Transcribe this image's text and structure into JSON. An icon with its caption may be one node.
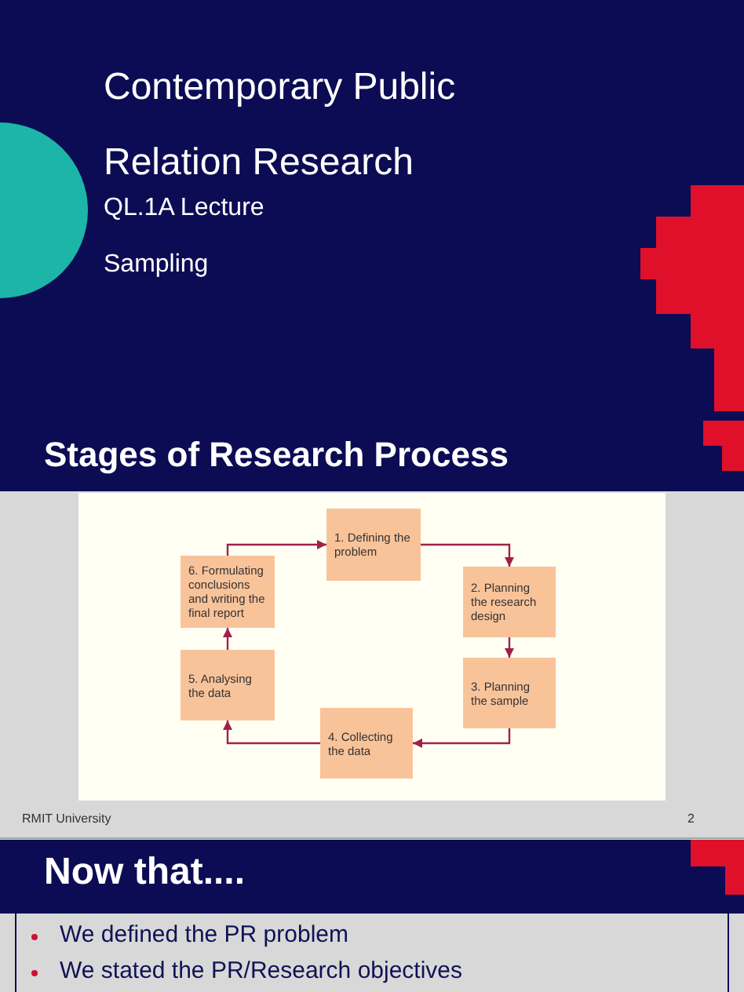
{
  "diagram": {
    "title": "Contemporary Public Relation Research",
    "nodes": [
      {
        "text": [
          "1. Defining the problem"
        ]
      },
      {
        "text": [
          "2. Planning the research design"
        ]
      },
      {
        "text": [
          "3. Planning the sample"
        ]
      },
      {
        "text": [
          "4. Collecting the data"
        ]
      },
      {
        "text": [
          "5. Analysing the data"
        ]
      },
      {
        "text": [
          "6. Formulating conclusions and writing the final report"
        ]
      }
    ],
    "edges": [
      {
        "from": 0,
        "to": 1,
        "arrow": "to"
      },
      {
        "from": 1,
        "to": 2,
        "arrow": "to"
      },
      {
        "from": 2,
        "to": 3,
        "arrow": "to"
      },
      {
        "from": 3,
        "to": 4,
        "arrow": "to"
      },
      {
        "from": 4,
        "to": 5,
        "arrow": "to"
      },
      {
        "from": 5,
        "to": 0,
        "arrow": "to"
      }
    ],
    "labels": [
      "QL.1A Lecture",
      "Sampling",
      "Stages of Research Process",
      "RMIT University",
      "2",
      "Now that....",
      "We defined the PR problem",
      "We stated the PR/Research objectives"
    ]
  }
}
